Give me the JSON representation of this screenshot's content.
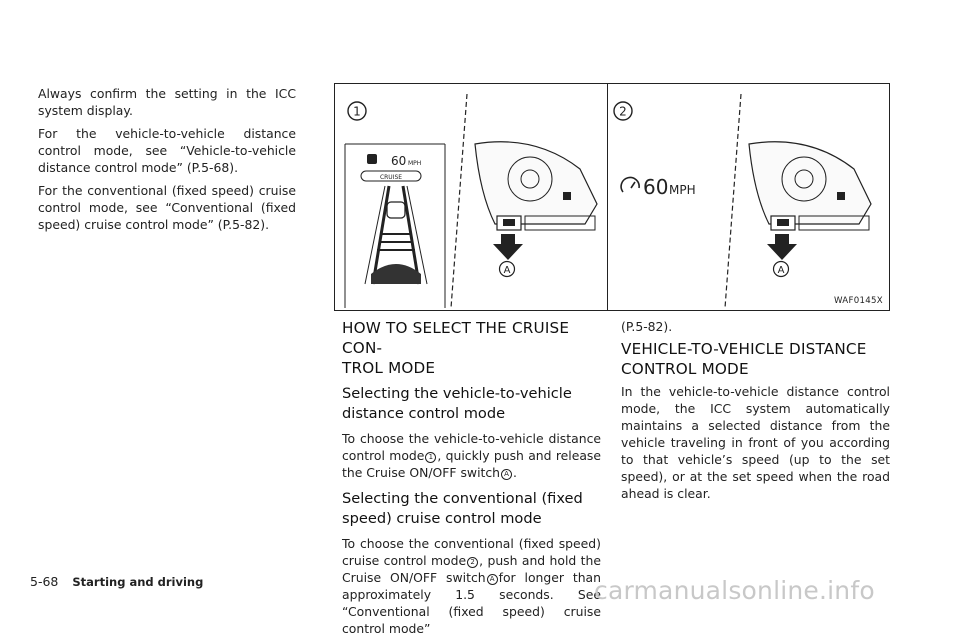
{
  "left_paragraphs": [
    "Always confirm the setting in the ICC system display.",
    "For the vehicle-to-vehicle distance control mode, see “Vehicle-to-vehicle distance control mode” (P.5-68).",
    "For the conventional (fixed speed) cruise control mode, see “Conventional (fixed speed) cruise control mode” (P.5-82)."
  ],
  "figure": {
    "code": "WAF0145X",
    "panel1_number": "1",
    "panel2_number": "2",
    "panel1_speed": "60",
    "panel1_unit": "MPH",
    "panel1_cruise": "CRUISE",
    "panel2_speed": "60",
    "panel2_unit": "MPH",
    "switch_marker": "A"
  },
  "mid": {
    "heading": "HOW TO SELECT THE CRUISE CONTROL MODE",
    "heading_l1": "HOW TO SELECT THE CRUISE CON-",
    "heading_l2": "TROL MODE",
    "sub1_l1": "Selecting the vehicle-to-vehicle",
    "sub1_l2": "distance control mode",
    "para1_a": "To choose the vehicle-to-vehicle distance control mode",
    "para1_b": ", quickly push and release the Cruise ON/OFF switch",
    "para1_c": ".",
    "sub2_l1": "Selecting the conventional (fixed",
    "sub2_l2": "speed) cruise control mode",
    "para2_a": "To choose the conventional (fixed speed) cruise control mode",
    "para2_b": ", push and hold the Cruise ON/OFF switch",
    "para2_c": "for longer than approximately 1.5 seconds. See “Conventional (fixed speed) cruise control mode”",
    "marker1": "1",
    "marker2": "2",
    "markerA": "A"
  },
  "right": {
    "continued": "(P.5-82).",
    "heading_l1": "VEHICLE-TO-VEHICLE DISTANCE",
    "heading_l2": "CONTROL MODE",
    "para": "In the vehicle-to-vehicle distance control mode, the ICC system automatically maintains a selected distance from the vehicle traveling in front of you according to that vehicle’s speed (up to the set speed), or at the set speed when the road ahead is clear."
  },
  "footer": {
    "page": "5-68",
    "section": "Starting and driving"
  },
  "watermark": "carmanualsonline.info"
}
